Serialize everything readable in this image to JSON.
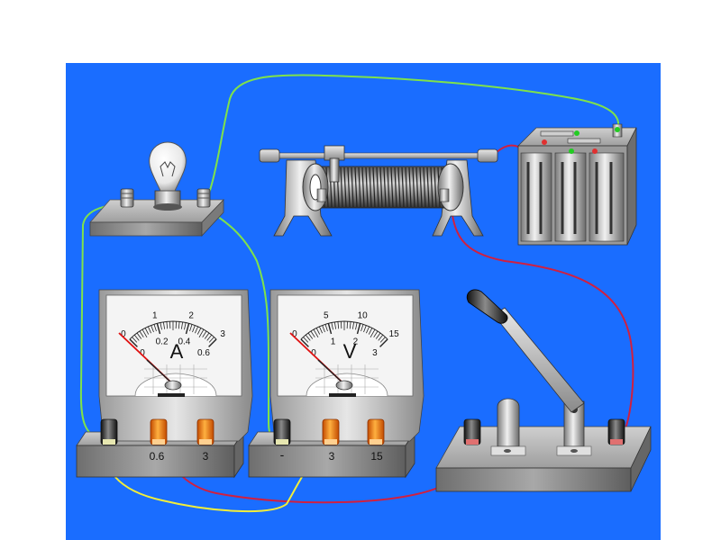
{
  "colors": {
    "page": "#ffffff",
    "board": "#1a6dff",
    "wire_green": "#7fe24a",
    "wire_red": "#d02040",
    "wire_yellow": "#f2ee3a",
    "terminal_orange": "#ff7a00",
    "metal_light": "#d9d9d9",
    "metal_mid": "#a9a9a9",
    "metal_dark": "#6a6a6a"
  },
  "ammeter": {
    "symbol": "A",
    "scale_top": [
      "0",
      "1",
      "2",
      "3"
    ],
    "scale_bottom": [
      "0",
      "0.2",
      "0.4",
      "0.6"
    ],
    "terminals": [
      "0.6",
      "3"
    ],
    "needle_reading": "0"
  },
  "voltmeter": {
    "symbol": "V",
    "scale_top": [
      "0",
      "5",
      "10",
      "15"
    ],
    "scale_bottom": [
      "0",
      "1",
      "2",
      "3"
    ],
    "terminals": [
      "-",
      "3",
      "15"
    ],
    "needle_reading": "0"
  },
  "components": [
    "lamp",
    "rheostat",
    "battery",
    "switch",
    "ammeter",
    "voltmeter"
  ]
}
